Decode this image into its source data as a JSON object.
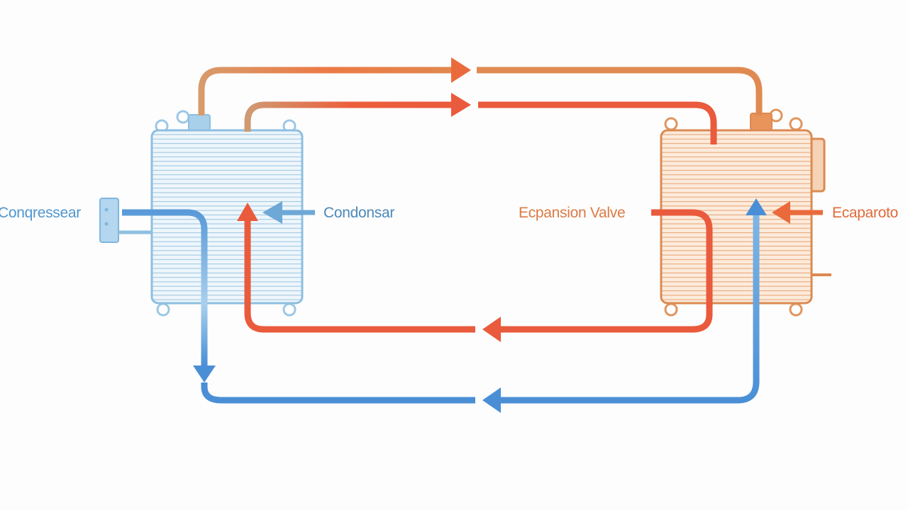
{
  "labels": {
    "compressor": "Conqressear",
    "condenser": "Condonsar",
    "expansion_valve": "Ecpansion Valve",
    "evaporator": "Ecaparoto"
  },
  "colors": {
    "background": "#fdfdfd",
    "cold_blue": "#4a8fd6",
    "light_blue": "#8cc2e6",
    "hot_red": "#ea5a3c",
    "hot_orange": "#e98a4e",
    "condenser_fill": "#e6f1f9",
    "condenser_stroke": "#8ebfe0",
    "evaporator_fill": "#fbe3d0",
    "evaporator_stroke": "#dc8a52",
    "compressor_label": "#4f96cf",
    "condenser_label": "#4c88b8",
    "valve_label": "#dc7a45",
    "evaporator_label": "#e06a3a"
  },
  "icons": {
    "left_unit": "heat-exchanger-icon",
    "right_unit": "heat-exchanger-icon",
    "compressor": "compressor-icon"
  }
}
